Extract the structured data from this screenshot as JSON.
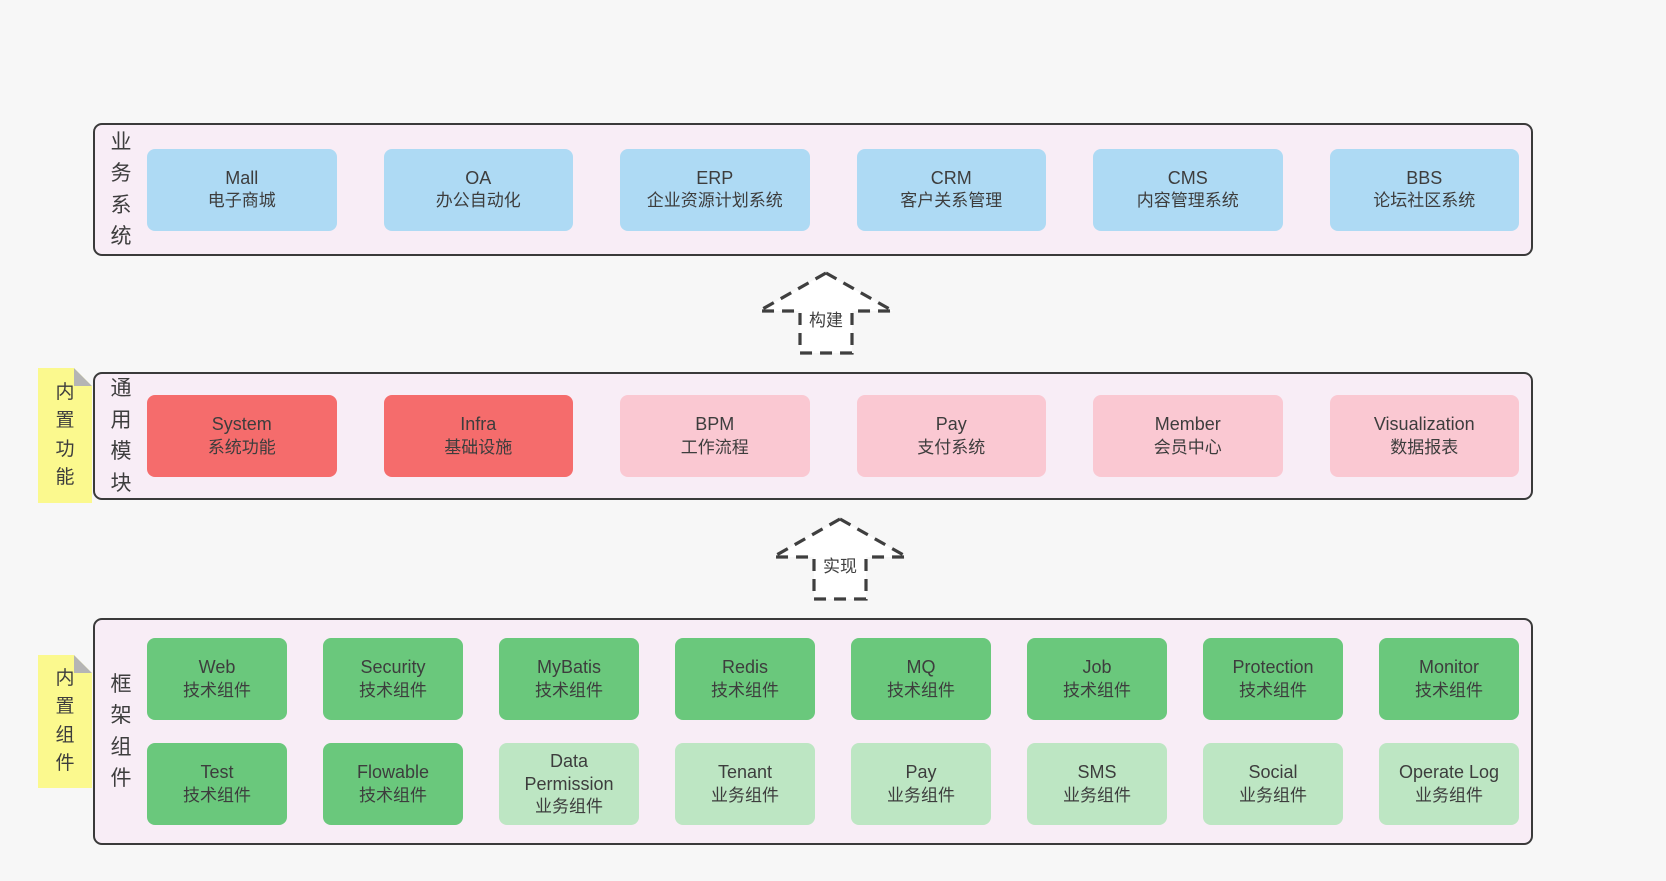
{
  "colors": {
    "page-bg": "#f7f7f7",
    "band-bg": "#f8edf6",
    "band-border": "#3a3a3a",
    "blue": "#aedaf4",
    "red": "#f56c6c",
    "pink": "#fac8d2",
    "green": "#6ac87c",
    "green-light": "#bde6c3",
    "note-yellow": "#fbf98e",
    "note-fold": "#b5b5b5",
    "text": "#3d3d3d",
    "arrow-stroke": "#3f3f3f"
  },
  "arrows": [
    {
      "label": "构建"
    },
    {
      "label": "实现"
    }
  ],
  "sections": {
    "business": {
      "side_label": "业务系统",
      "boxes": [
        {
          "name": "Mall",
          "desc": "电子商城",
          "variant": "blue"
        },
        {
          "name": "OA",
          "desc": "办公自动化",
          "variant": "blue"
        },
        {
          "name": "ERP",
          "desc": "企业资源计划系统",
          "variant": "blue"
        },
        {
          "name": "CRM",
          "desc": "客户关系管理",
          "variant": "blue"
        },
        {
          "name": "CMS",
          "desc": "内容管理系统",
          "variant": "blue"
        },
        {
          "name": "BBS",
          "desc": "论坛社区系统",
          "variant": "blue"
        }
      ]
    },
    "modules": {
      "side_label": "通用模块",
      "note_label": "内置功能",
      "boxes": [
        {
          "name": "System",
          "desc": "系统功能",
          "variant": "red"
        },
        {
          "name": "Infra",
          "desc": "基础设施",
          "variant": "red"
        },
        {
          "name": "BPM",
          "desc": "工作流程",
          "variant": "pink"
        },
        {
          "name": "Pay",
          "desc": "支付系统",
          "variant": "pink"
        },
        {
          "name": "Member",
          "desc": "会员中心",
          "variant": "pink"
        },
        {
          "name": "Visualization",
          "desc": "数据报表",
          "variant": "pink"
        }
      ]
    },
    "framework": {
      "side_label": "框架组件",
      "note_label": "内置组件",
      "rows": [
        [
          {
            "name": "Web",
            "desc": "技术组件",
            "variant": "green"
          },
          {
            "name": "Security",
            "desc": "技术组件",
            "variant": "green"
          },
          {
            "name": "MyBatis",
            "desc": "技术组件",
            "variant": "green"
          },
          {
            "name": "Redis",
            "desc": "技术组件",
            "variant": "green"
          },
          {
            "name": "MQ",
            "desc": "技术组件",
            "variant": "green"
          },
          {
            "name": "Job",
            "desc": "技术组件",
            "variant": "green"
          },
          {
            "name": "Protection",
            "desc": "技术组件",
            "variant": "green"
          },
          {
            "name": "Monitor",
            "desc": "技术组件",
            "variant": "green"
          }
        ],
        [
          {
            "name": "Test",
            "desc": "技术组件",
            "variant": "green"
          },
          {
            "name": "Flowable",
            "desc": "技术组件",
            "variant": "green"
          },
          {
            "name": "Data Permission",
            "desc": "业务组件",
            "variant": "green-light"
          },
          {
            "name": "Tenant",
            "desc": "业务组件",
            "variant": "green-light"
          },
          {
            "name": "Pay",
            "desc": "业务组件",
            "variant": "green-light"
          },
          {
            "name": "SMS",
            "desc": "业务组件",
            "variant": "green-light"
          },
          {
            "name": "Social",
            "desc": "业务组件",
            "variant": "green-light"
          },
          {
            "name": "Operate Log",
            "desc": "业务组件",
            "variant": "green-light"
          }
        ]
      ]
    }
  }
}
